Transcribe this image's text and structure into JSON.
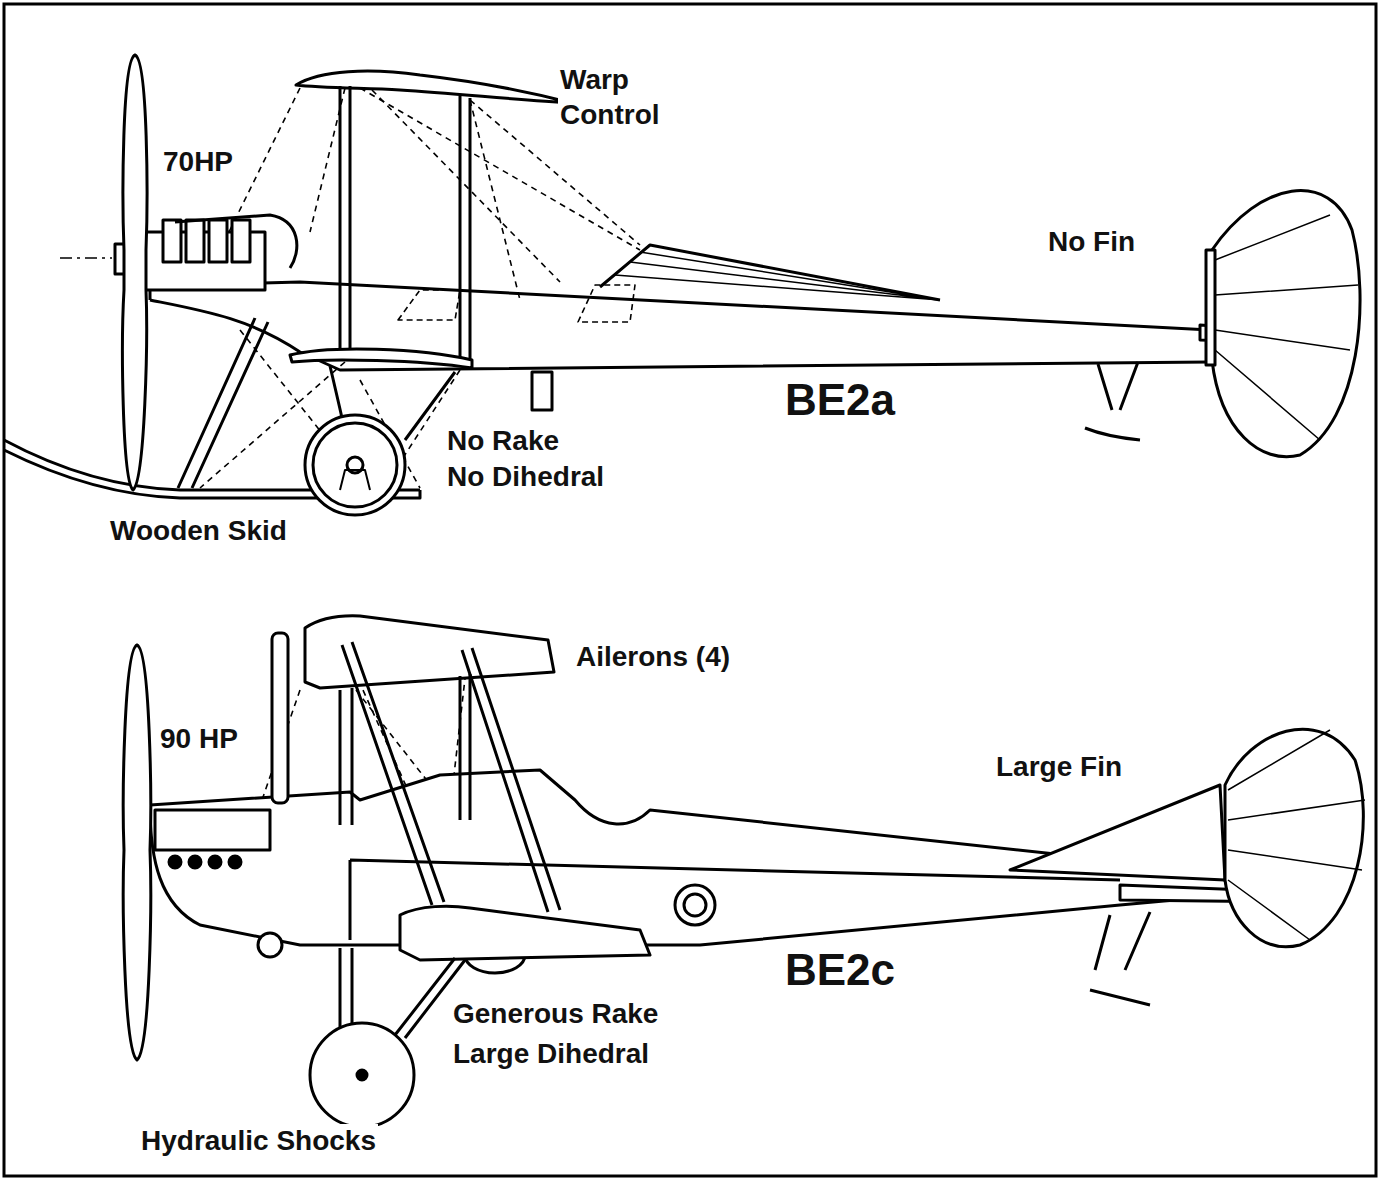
{
  "diagram": {
    "labels": [
      "Warp Control",
      "70HP",
      "No Fin",
      "BE2a",
      "No Rake No Dihedral",
      "Wooden Skid",
      "Ailerons (4)",
      "90 HP",
      "Large Fin",
      "BE2c",
      "Generous Rake Large Dihedral",
      "Hydraulic Shocks"
    ]
  }
}
